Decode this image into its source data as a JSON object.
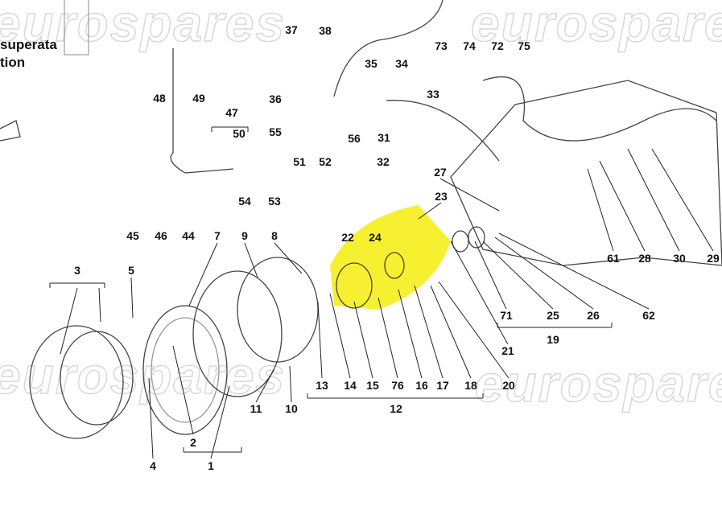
{
  "note": {
    "line1": "superata",
    "line2": "tion"
  },
  "watermark": "eurospares",
  "highlight_color": "#f5ee1a",
  "labels": [
    "37",
    "38",
    "73",
    "74",
    "72",
    "75",
    "35",
    "34",
    "48",
    "49",
    "47",
    "36",
    "33",
    "50",
    "55",
    "31",
    "56",
    "32",
    "51",
    "52",
    "27",
    "23",
    "54",
    "53",
    "45",
    "46",
    "44",
    "7",
    "9",
    "8",
    "22",
    "24",
    "61",
    "28",
    "30",
    "29",
    "3",
    "5",
    "71",
    "25",
    "26",
    "62",
    "19",
    "21",
    "13",
    "14",
    "15",
    "76",
    "16",
    "17",
    "18",
    "20",
    "11",
    "10",
    "12",
    "2",
    "4",
    "1"
  ]
}
